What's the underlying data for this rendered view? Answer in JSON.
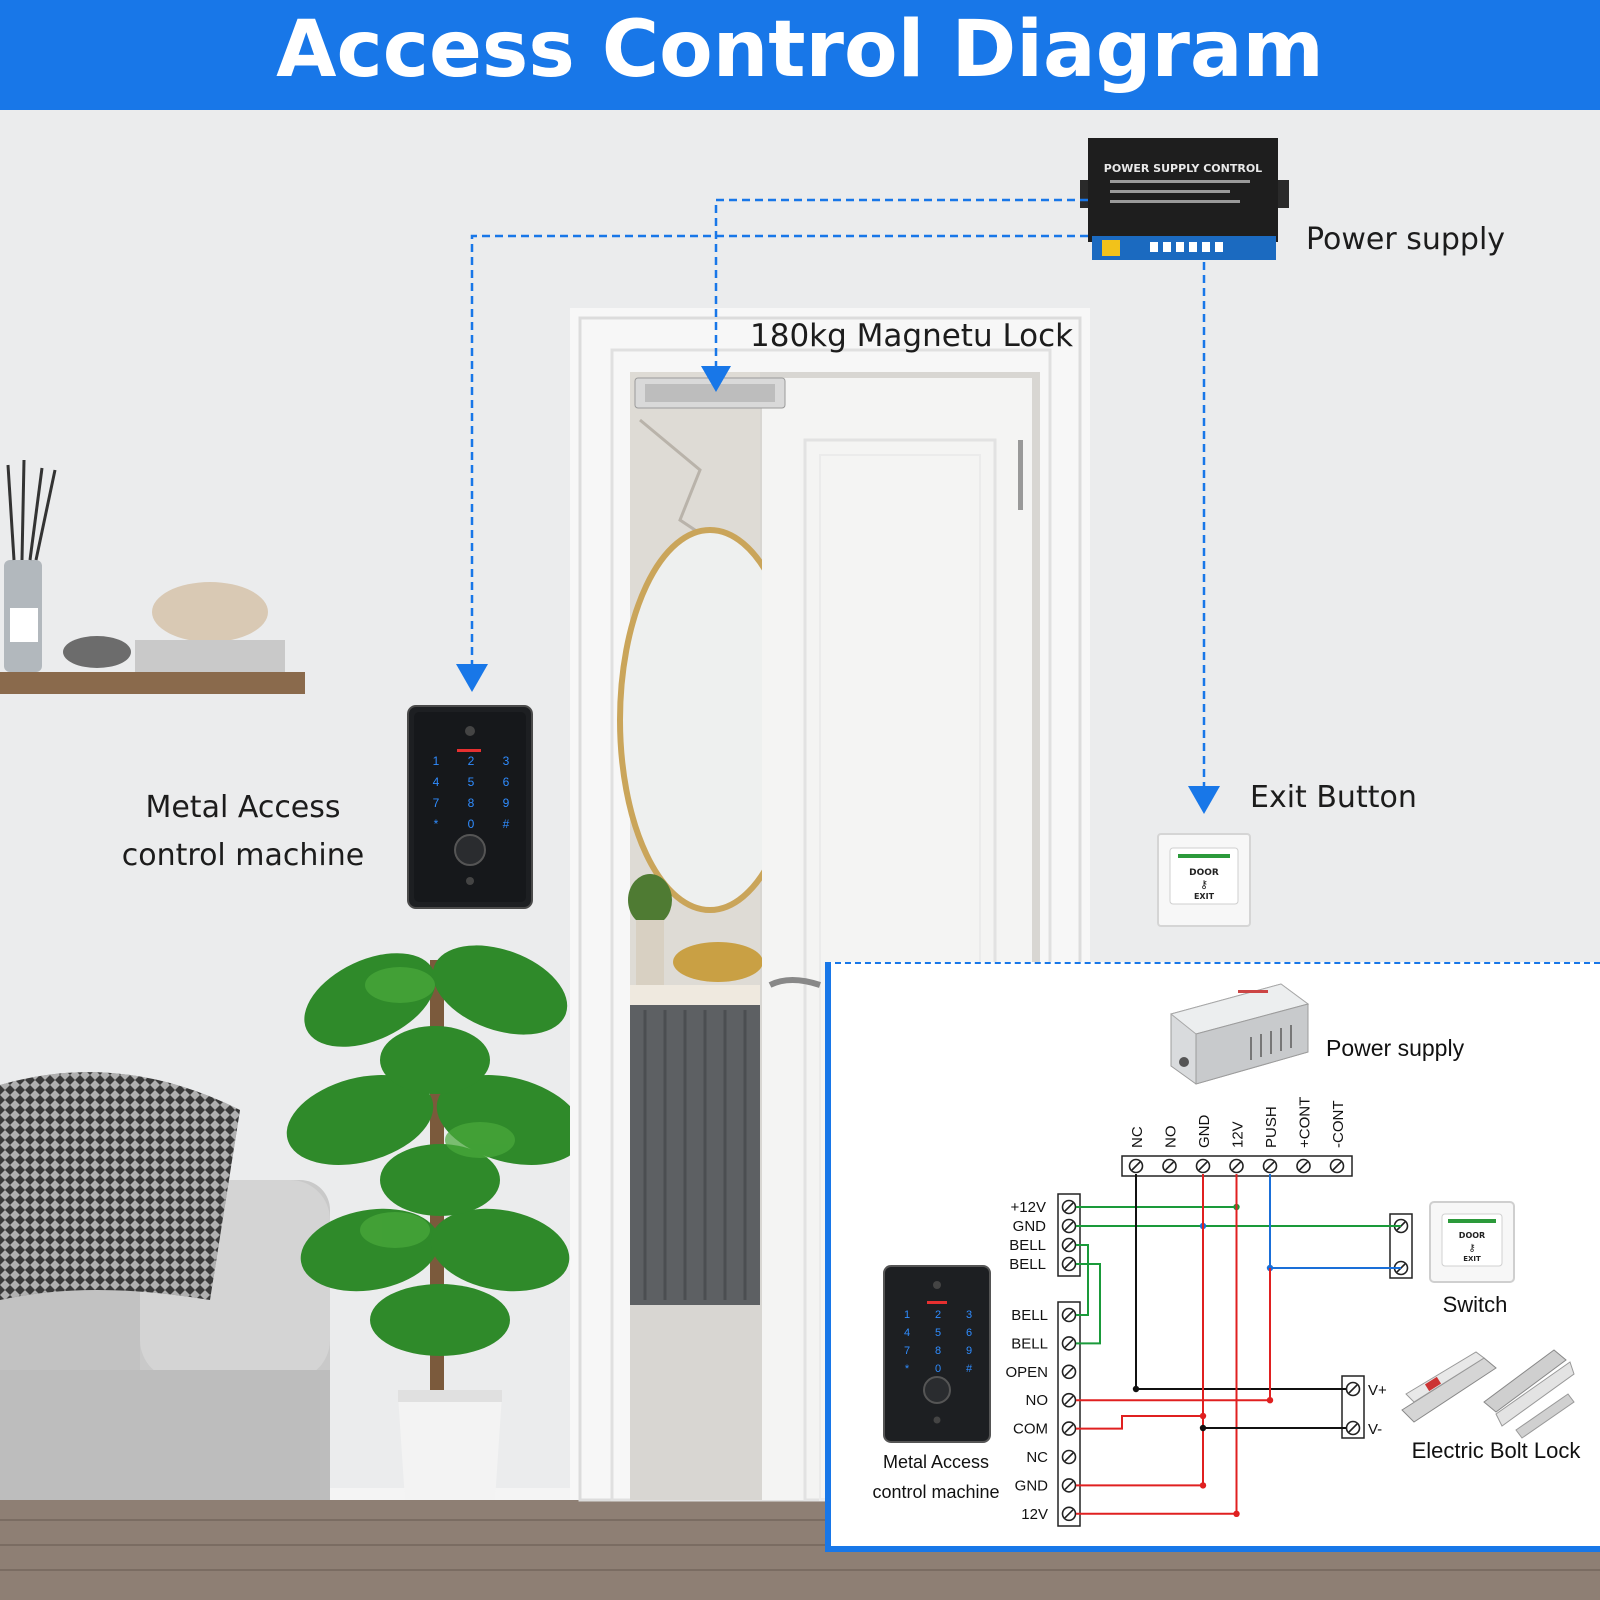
{
  "header": {
    "title": "Access Control Diagram",
    "color": "#1877e8"
  },
  "scene": {
    "power_supply_label": "Power supply",
    "power_supply_device_text": "POWER SUPPLY CONTROL",
    "lock_label": "180kg Magnetu Lock",
    "access_label_line1": "Metal Access",
    "access_label_line2": "control machine",
    "exit_label": "Exit Button",
    "exit_plate_text": [
      "DOOR",
      "EXIT"
    ],
    "keypad_keys": [
      "1",
      "2",
      "3",
      "4",
      "5",
      "6",
      "7",
      "8",
      "9",
      "*",
      "0",
      "#"
    ]
  },
  "wiring": {
    "power_supply_label": "Power supply",
    "ps_terminals": [
      "NC",
      "NO",
      "GND",
      "12V",
      "PUSH",
      "+CONT",
      "-CONT"
    ],
    "reader_terminals_top": [
      "+12V",
      "GND",
      "BELL",
      "BELL"
    ],
    "reader_terminals_main": [
      "BELL",
      "BELL",
      "OPEN",
      "NO",
      "COM",
      "NC",
      "GND",
      "12V"
    ],
    "switch_label": "Switch",
    "switch_plate_text": [
      "DOOR",
      "EXIT"
    ],
    "lock_terminals": [
      "V+",
      "V-"
    ],
    "lock_label": "Electric Bolt Lock",
    "reader_label_line1": "Metal Access",
    "reader_label_line2": "control machine",
    "wire_colors": {
      "red": "#e02020",
      "green": "#1a9a3a",
      "blue": "#1a6fd8",
      "black": "#111111"
    }
  }
}
